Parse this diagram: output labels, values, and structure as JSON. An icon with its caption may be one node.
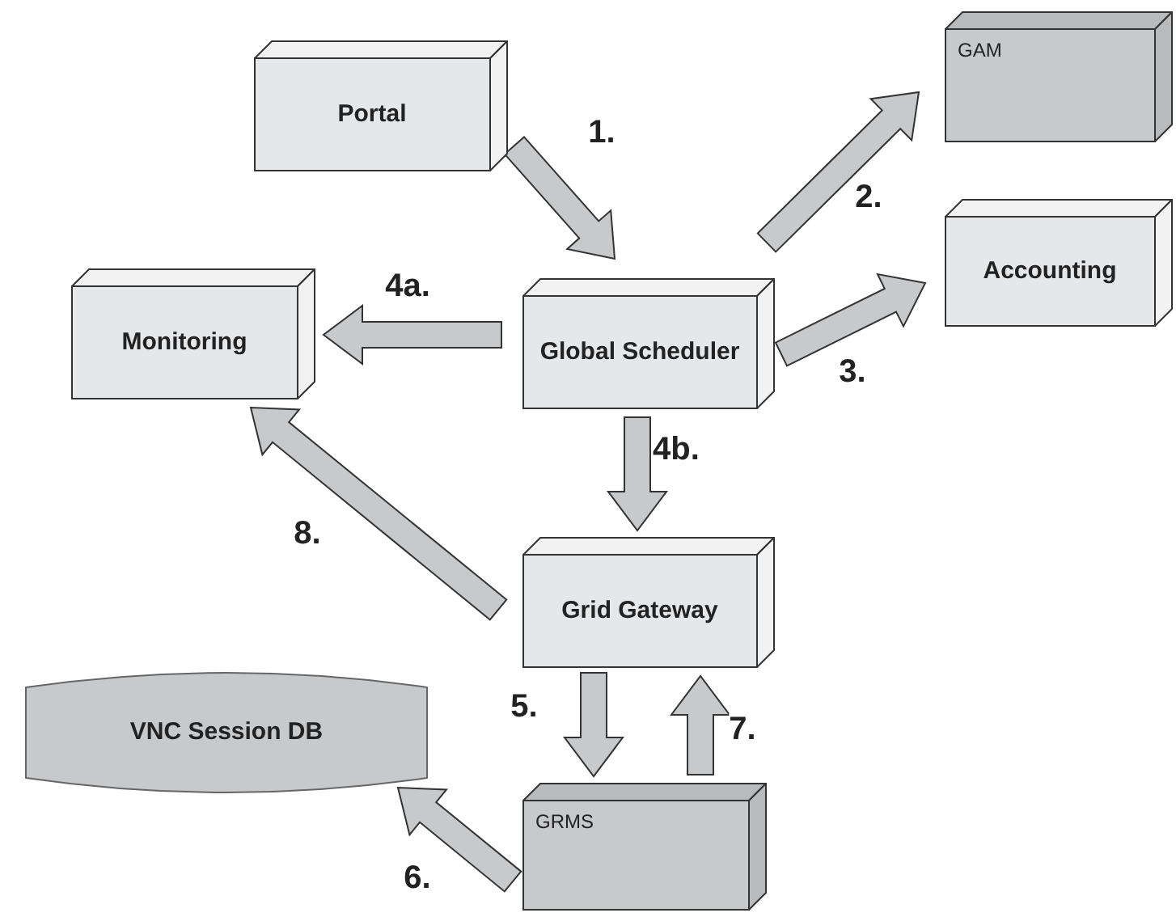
{
  "diagram": {
    "nodes": [
      {
        "text": [
          "Portal"
        ]
      },
      {
        "text": [
          "GAM"
        ]
      },
      {
        "text": [
          "Monitoring"
        ]
      },
      {
        "text": [
          "Global Scheduler"
        ]
      },
      {
        "text": [
          "Accounting"
        ]
      },
      {
        "text": [
          "Grid Gateway"
        ]
      },
      {
        "text": [
          "VNC Session DB"
        ]
      },
      {
        "text": [
          "GRMS"
        ]
      }
    ],
    "edges": [
      {
        "from": 0,
        "to": 3,
        "arrow": "to",
        "label": "1."
      },
      {
        "from": 3,
        "to": 1,
        "arrow": "to",
        "label": "2."
      },
      {
        "from": 3,
        "to": 4,
        "arrow": "to",
        "label": "3."
      },
      {
        "from": 3,
        "to": 2,
        "arrow": "to",
        "label": "4a."
      },
      {
        "from": 3,
        "to": 5,
        "arrow": "to",
        "label": "4b."
      },
      {
        "from": 5,
        "to": 7,
        "arrow": "to",
        "label": "5."
      },
      {
        "from": 7,
        "to": 6,
        "arrow": "to",
        "label": "6."
      },
      {
        "from": 7,
        "to": 5,
        "arrow": "to",
        "label": "7."
      },
      {
        "from": 5,
        "to": 2,
        "arrow": "to",
        "label": "8."
      }
    ]
  }
}
